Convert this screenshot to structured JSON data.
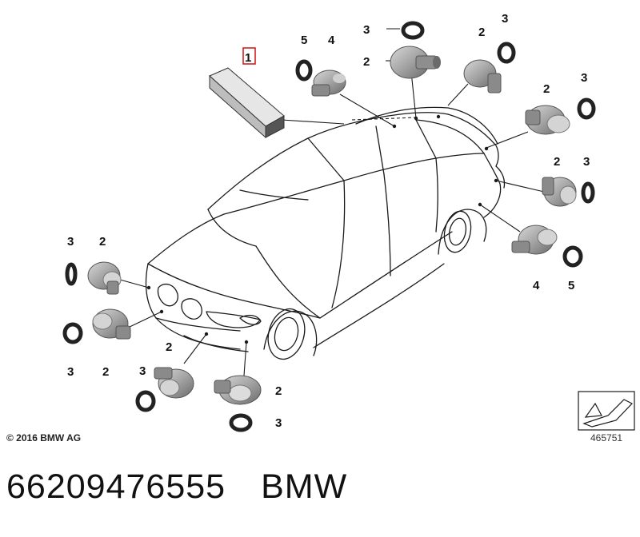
{
  "diagram": {
    "callouts": {
      "control_unit": "1",
      "sensor": "2",
      "ring": "3",
      "sensor_alt": "4",
      "ring_alt": "5"
    },
    "copyright": "© 2016 BMW AG",
    "figure_number": "465751"
  },
  "footer": {
    "part_number": "66209476555",
    "brand": "BMW"
  },
  "colors": {
    "line": "#1a1a1a",
    "sensor_fill": "#9a9a9a",
    "highlight_box": "#d22020"
  }
}
